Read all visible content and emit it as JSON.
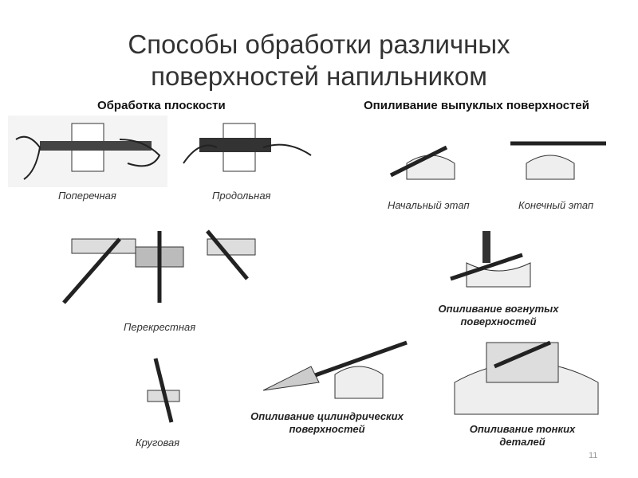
{
  "title_line1": "Способы обработки различных",
  "title_line2": "поверхностей напильником",
  "sections": {
    "flat": "Обработка плоскости",
    "convex": "Опиливание выпуклых поверхностей"
  },
  "captions": {
    "transverse": "Поперечная",
    "longitudinal": "Продольная",
    "cross": "Перекрестная",
    "circular": "Круговая",
    "initial": "Начальный этап",
    "final": "Конечный этап",
    "concave": "Опиливание вогнутых поверхностей",
    "cylindrical": "Опиливание цилиндрических поверхностей",
    "thin": "Опиливание тонких деталей"
  },
  "page_number": "11"
}
